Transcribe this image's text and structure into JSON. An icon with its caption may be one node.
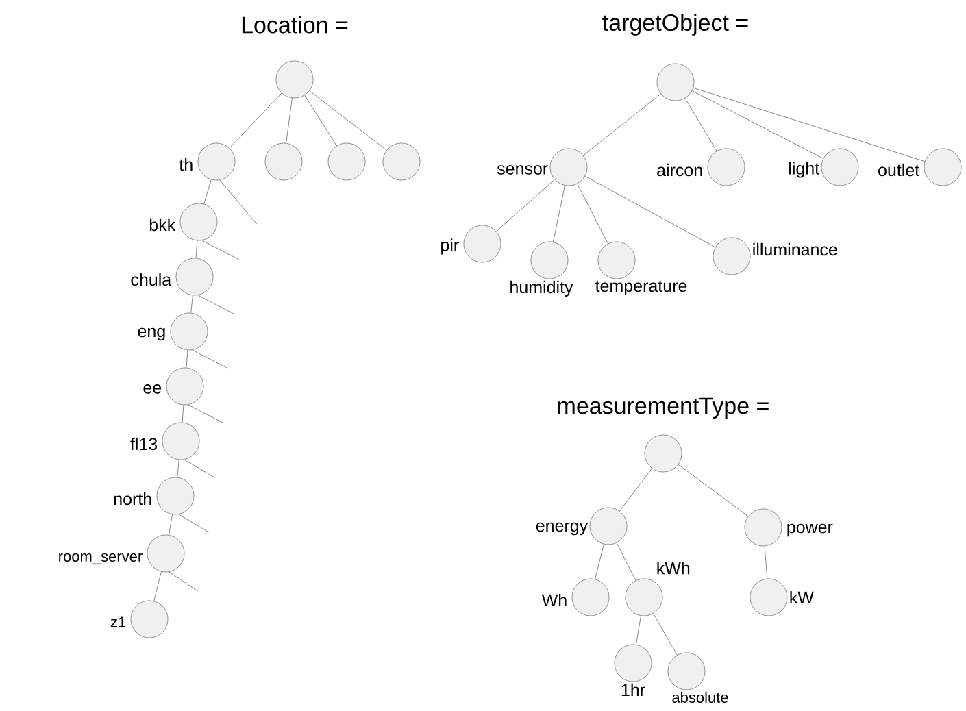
{
  "diagram": {
    "nodes": [
      {
        "text": [],
        "shape": "circle"
      },
      {
        "text": [],
        "shape": "circle",
        "beside": [
          "th"
        ]
      },
      {
        "text": [],
        "shape": "circle"
      },
      {
        "text": [],
        "shape": "circle"
      },
      {
        "text": [],
        "shape": "circle"
      },
      {
        "text": [],
        "shape": "circle",
        "beside": [
          "bkk"
        ]
      },
      {
        "text": [],
        "shape": "circle",
        "beside": [
          "chula"
        ]
      },
      {
        "text": [],
        "shape": "circle",
        "beside": [
          "eng"
        ]
      },
      {
        "text": [],
        "shape": "circle",
        "beside": [
          "ee"
        ]
      },
      {
        "text": [],
        "shape": "circle",
        "beside": [
          "fl13"
        ]
      },
      {
        "text": [],
        "shape": "circle",
        "beside": [
          "north"
        ]
      },
      {
        "text": [],
        "shape": "circle",
        "beside": [
          "room_server"
        ]
      },
      {
        "text": [],
        "shape": "circle",
        "beside": [
          "z1"
        ]
      },
      {
        "text": [],
        "shape": "circle"
      },
      {
        "text": [],
        "shape": "circle",
        "beside": [
          "sensor"
        ]
      },
      {
        "text": [],
        "shape": "circle",
        "beside": [
          "aircon"
        ]
      },
      {
        "text": [],
        "shape": "circle",
        "beside": [
          "light"
        ]
      },
      {
        "text": [],
        "shape": "circle",
        "beside": [
          "outlet"
        ]
      },
      {
        "text": [],
        "shape": "circle",
        "beside": [
          "pir"
        ]
      },
      {
        "text": [],
        "shape": "circle",
        "beside": [
          "humidity"
        ]
      },
      {
        "text": [],
        "shape": "circle",
        "beside": [
          "temperature"
        ]
      },
      {
        "text": [],
        "shape": "circle",
        "beside": [
          "illuminance"
        ]
      },
      {
        "text": [],
        "shape": "circle"
      },
      {
        "text": [],
        "shape": "circle",
        "beside": [
          "energy"
        ]
      },
      {
        "text": [],
        "shape": "circle",
        "beside": [
          "power"
        ]
      },
      {
        "text": [],
        "shape": "circle",
        "beside": [
          "Wh"
        ]
      },
      {
        "text": [],
        "shape": "circle",
        "beside": [
          "kWh"
        ]
      },
      {
        "text": [],
        "shape": "circle",
        "beside": [
          "kW"
        ]
      },
      {
        "text": [],
        "shape": "circle",
        "beside": [
          "1hr"
        ]
      },
      {
        "text": [],
        "shape": "circle",
        "beside": [
          "absolute"
        ]
      }
    ],
    "edges": [
      {
        "from": 0,
        "to": 1,
        "arrow": "none"
      },
      {
        "from": 0,
        "to": 2,
        "arrow": "none"
      },
      {
        "from": 0,
        "to": 3,
        "arrow": "none"
      },
      {
        "from": 0,
        "to": 4,
        "arrow": "none"
      },
      {
        "from": 1,
        "to": 5,
        "arrow": "none"
      },
      {
        "from": 1,
        "to": null,
        "arrow": "none"
      },
      {
        "from": 5,
        "to": 6,
        "arrow": "none"
      },
      {
        "from": 5,
        "to": null,
        "arrow": "none"
      },
      {
        "from": 6,
        "to": 7,
        "arrow": "none"
      },
      {
        "from": 6,
        "to": null,
        "arrow": "none"
      },
      {
        "from": 7,
        "to": 8,
        "arrow": "none"
      },
      {
        "from": 7,
        "to": null,
        "arrow": "none"
      },
      {
        "from": 8,
        "to": 9,
        "arrow": "none"
      },
      {
        "from": 8,
        "to": null,
        "arrow": "none"
      },
      {
        "from": 9,
        "to": 10,
        "arrow": "none"
      },
      {
        "from": 9,
        "to": null,
        "arrow": "none"
      },
      {
        "from": 10,
        "to": 11,
        "arrow": "none"
      },
      {
        "from": 10,
        "to": null,
        "arrow": "none"
      },
      {
        "from": 11,
        "to": 12,
        "arrow": "none"
      },
      {
        "from": 11,
        "to": null,
        "arrow": "none"
      },
      {
        "from": 13,
        "to": 14,
        "arrow": "none"
      },
      {
        "from": 13,
        "to": 15,
        "arrow": "none"
      },
      {
        "from": 13,
        "to": 16,
        "arrow": "none"
      },
      {
        "from": 13,
        "to": 17,
        "arrow": "none"
      },
      {
        "from": 14,
        "to": 18,
        "arrow": "none"
      },
      {
        "from": 14,
        "to": 19,
        "arrow": "none"
      },
      {
        "from": 14,
        "to": 20,
        "arrow": "none"
      },
      {
        "from": 14,
        "to": 21,
        "arrow": "none"
      },
      {
        "from": 22,
        "to": 23,
        "arrow": "none"
      },
      {
        "from": 22,
        "to": 24,
        "arrow": "none"
      },
      {
        "from": 23,
        "to": 25,
        "arrow": "none"
      },
      {
        "from": 23,
        "to": 26,
        "arrow": "none"
      },
      {
        "from": 24,
        "to": 27,
        "arrow": "none"
      },
      {
        "from": 26,
        "to": 28,
        "arrow": "none"
      },
      {
        "from": 26,
        "to": 29,
        "arrow": "none"
      }
    ],
    "labels": [
      "Location =",
      "targetObject =",
      "measurementType ="
    ]
  }
}
